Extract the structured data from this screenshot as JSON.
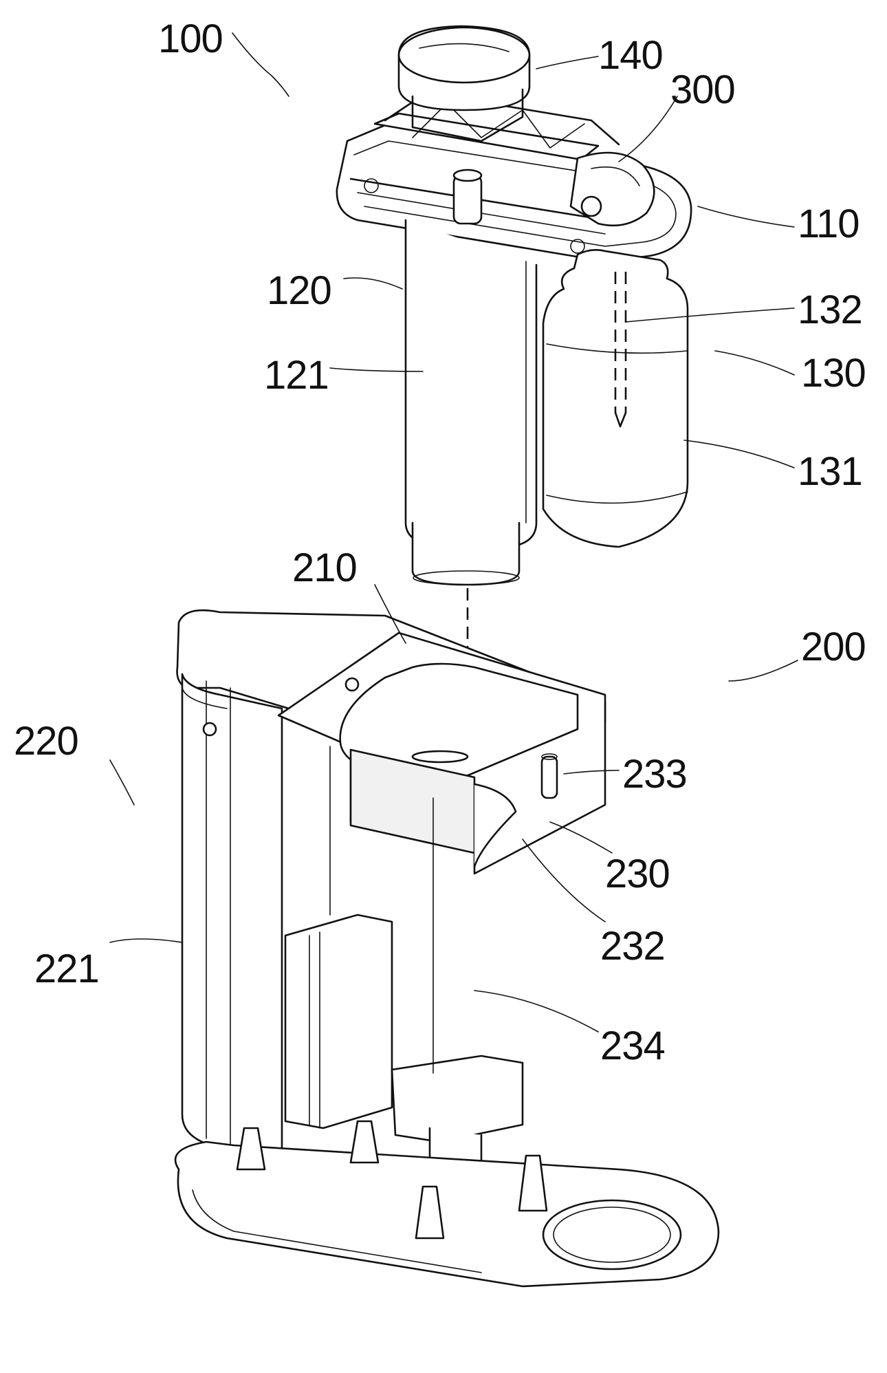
{
  "figure": {
    "labels": {
      "l100": "100",
      "l140": "140",
      "l300": "300",
      "l110": "110",
      "l120": "120",
      "l132": "132",
      "l121": "121",
      "l130": "130",
      "l131": "131",
      "l210": "210",
      "l200": "200",
      "l220": "220",
      "l233": "233",
      "l230": "230",
      "l232": "232",
      "l221": "221",
      "l234": "234"
    }
  }
}
